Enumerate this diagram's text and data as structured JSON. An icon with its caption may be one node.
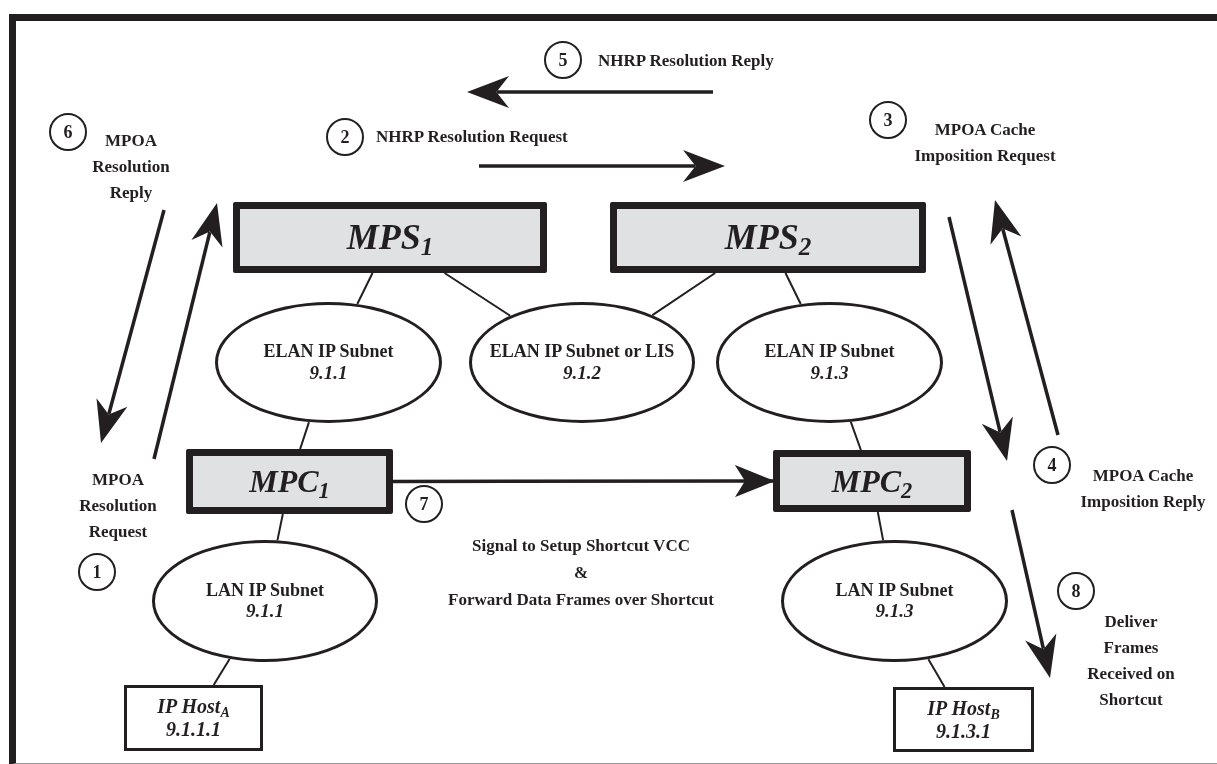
{
  "diagram": {
    "nodes": [
      {
        "text": [
          "MPS$_{1}$"
        ]
      },
      {
        "text": [
          "MPS$_{2}$"
        ]
      },
      {
        "text": [
          "ELAN IP Subnet",
          "9.1.1"
        ]
      },
      {
        "text": [
          "ELAN IP Subnet or LIS",
          "9.1.2"
        ]
      },
      {
        "text": [
          "ELAN IP Subnet",
          "9.1.3"
        ]
      },
      {
        "text": [
          "MPC$_{1}$"
        ]
      },
      {
        "text": [
          "MPC$_{2}$"
        ]
      },
      {
        "text": [
          "LAN IP Subnet",
          "9.1.1"
        ]
      },
      {
        "text": [
          "LAN IP Subnet",
          "9.1.3"
        ]
      },
      {
        "text": [
          "IP Host$_{A}$",
          "9.1.1.1"
        ]
      },
      {
        "text": [
          "IP Host$_{B}$",
          "9.1.3.1"
        ]
      }
    ],
    "edges": [
      {
        "from": 0,
        "to": 2,
        "arrow": "none"
      },
      {
        "from": 0,
        "to": 3,
        "arrow": "none"
      },
      {
        "from": 1,
        "to": 3,
        "arrow": "none"
      },
      {
        "from": 1,
        "to": 4,
        "arrow": "none"
      },
      {
        "from": 2,
        "to": 5,
        "arrow": "none"
      },
      {
        "from": 4,
        "to": 6,
        "arrow": "none"
      },
      {
        "from": 5,
        "to": 7,
        "arrow": "none"
      },
      {
        "from": 6,
        "to": 8,
        "arrow": "none"
      },
      {
        "from": 7,
        "to": 9,
        "arrow": "none"
      },
      {
        "from": 8,
        "to": 10,
        "arrow": "none"
      },
      {
        "from": 5,
        "to": 6,
        "arrow": "to"
      }
    ],
    "labels": [
      "5",
      "NHRP Resolution Reply",
      "6",
      "MPOA Resolution Reply",
      "2",
      "NHRP Resolution Request",
      "3",
      "MPOA Cache Imposition Request",
      "MPOA Resolution Request",
      "7",
      "4",
      "MPOA Cache Imposition Reply",
      "1",
      "Signal to Setup Shortcut VCC",
      "&",
      "Forward Data Frames over Shortcut",
      "8",
      "Deliver Frames Received on Shortcut"
    ]
  }
}
